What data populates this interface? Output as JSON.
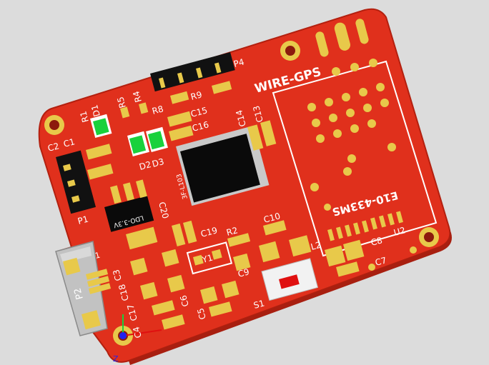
{
  "board": {
    "title": "WIRE-GPS",
    "module_label": "E10-433MS",
    "regulator_label": "LDO-3.3V",
    "mcu_label": "3F-L103",
    "colors": {
      "background": "#dcdcdc",
      "board": "#e0301c",
      "board_edge": "#b3200f",
      "silk": "#ffffff",
      "pad": "#e8c94a",
      "led": "#19d13c",
      "ic": "#0a0a0a",
      "button": "#f2f2f2",
      "button_center": "#e01010"
    }
  },
  "labels": {
    "p4": "P4",
    "r9": "R9",
    "r8": "R8",
    "c15": "C15",
    "c16": "C16",
    "r5": "R5",
    "r4": "R4",
    "r1": "R1",
    "d1": "D1",
    "c14": "C14",
    "c13": "C13",
    "c2": "C2",
    "c1": "C1",
    "d2": "D2",
    "d3": "D3",
    "p1": "P1",
    "c20": "C20",
    "c19": "C19",
    "r2": "R2",
    "c10": "C10",
    "l2": "L2",
    "c8": "C8",
    "u2": "U2",
    "c7": "C7",
    "y1": "Y1",
    "c9": "C9",
    "c3": "C3",
    "c18": "C18",
    "c17": "C17",
    "c4": "C4",
    "c6": "C6",
    "c5": "C5",
    "s1": "S1",
    "p2": "P2",
    "pin1": "1",
    "axis_z": "Z"
  }
}
